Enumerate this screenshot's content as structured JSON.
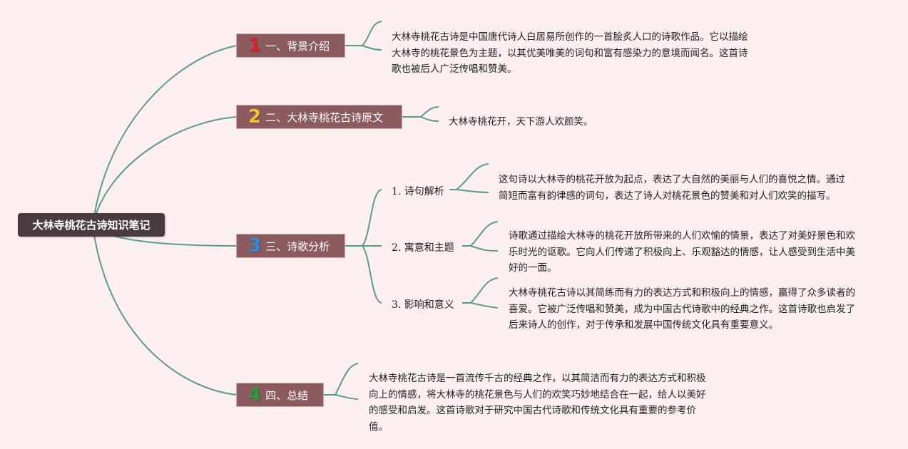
{
  "root": {
    "title": "大林寺桃花古诗知识笔记"
  },
  "branches": [
    {
      "num": "1",
      "num_color": "#d8232a",
      "label": "一、背景介绍",
      "text": "大林寺桃花古诗是中国唐代诗人白居易所创作的一首脍炙人口的诗歌作品。它以描绘大林寺的桃花景色为主题，以其优美唯美的词句和富有感染力的意境而闻名。这首诗歌也被后人广泛传唱和赞美。"
    },
    {
      "num": "2",
      "num_color": "#f1c232",
      "label": "二、大林寺桃花古诗原文",
      "text": "大林寺桃花开，天下游人欢颜笑。"
    },
    {
      "num": "3",
      "num_color": "#2a8fd8",
      "label": "三、诗歌分析",
      "children": [
        {
          "label": "1. 诗句解析",
          "text": "这句诗以大林寺的桃花开放为起点，表达了大自然的美丽与人们的喜悦之情。通过简短而富有韵律感的词句，表达了诗人对桃花景色的赞美和对人们欢笑的描写。"
        },
        {
          "label": "2. 寓意和主题",
          "text": "诗歌通过描绘大林寺的桃花开放所带来的人们欢愉的情景，表达了对美好景色和欢乐时光的讴歌。它向人们传递了积极向上、乐观豁达的情感，让人感受到生活中美好的一面。"
        },
        {
          "label": "3. 影响和意义",
          "text": "大林寺桃花古诗以其简练而有力的表达方式和积极向上的情感，赢得了众多读者的喜爱。它被广泛传唱和赞美，成为中国古代诗歌中的经典之作。这首诗歌也启发了后来诗人的创作，对于传承和发展中国传统文化具有重要意义。"
        }
      ]
    },
    {
      "num": "4",
      "num_color": "#2e9a3a",
      "label": "四、总结",
      "text": "大林寺桃花古诗是一首流传千古的经典之作，以其简洁而有力的表达方式和积极向上的情感，将大林寺的桃花景色与人们的欢笑巧妙地结合在一起，给人以美好的感受和启发。这首诗歌对于研究中国古代诗歌和传统文化具有重要的参考价值。"
    }
  ]
}
